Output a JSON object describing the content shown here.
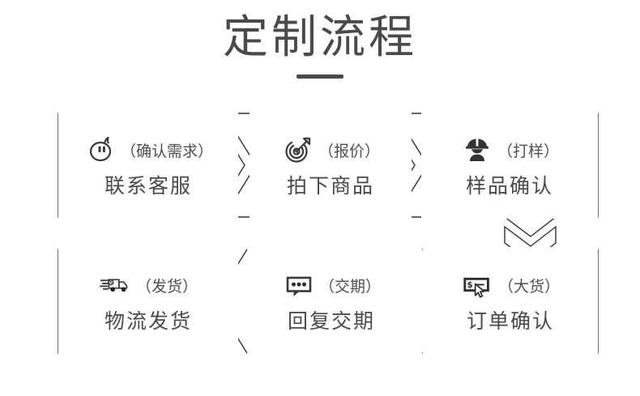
{
  "header": {
    "title": "定制流程",
    "divider": true
  },
  "colors": {
    "text": "#4a4a4a",
    "tag_text": "#4f4f4f",
    "outline": "#333333",
    "icon_dark": "#333333",
    "background": "#ffffff"
  },
  "flow": {
    "rows": [
      {
        "direction": "left-to-right",
        "steps": [
          {
            "tag": "（确认需求）",
            "label": "联系客服",
            "icon": "speech-face-icon"
          },
          {
            "tag": "（报价）",
            "label": "拍下商品",
            "icon": "target-dollar-icon"
          },
          {
            "tag": "（打样）",
            "label": "样品确认",
            "icon": "worker-helmet-icon"
          }
        ]
      },
      {
        "direction": "right-to-left",
        "steps": [
          {
            "tag": "（发货）",
            "label": "物流发货",
            "icon": "delivery-truck-icon"
          },
          {
            "tag": "（交期）",
            "label": "回复交期",
            "icon": "chat-dots-icon"
          },
          {
            "tag": "（大货）",
            "label": "订单确认",
            "icon": "payment-cursor-icon"
          }
        ]
      }
    ],
    "connector": "down-chevron"
  }
}
